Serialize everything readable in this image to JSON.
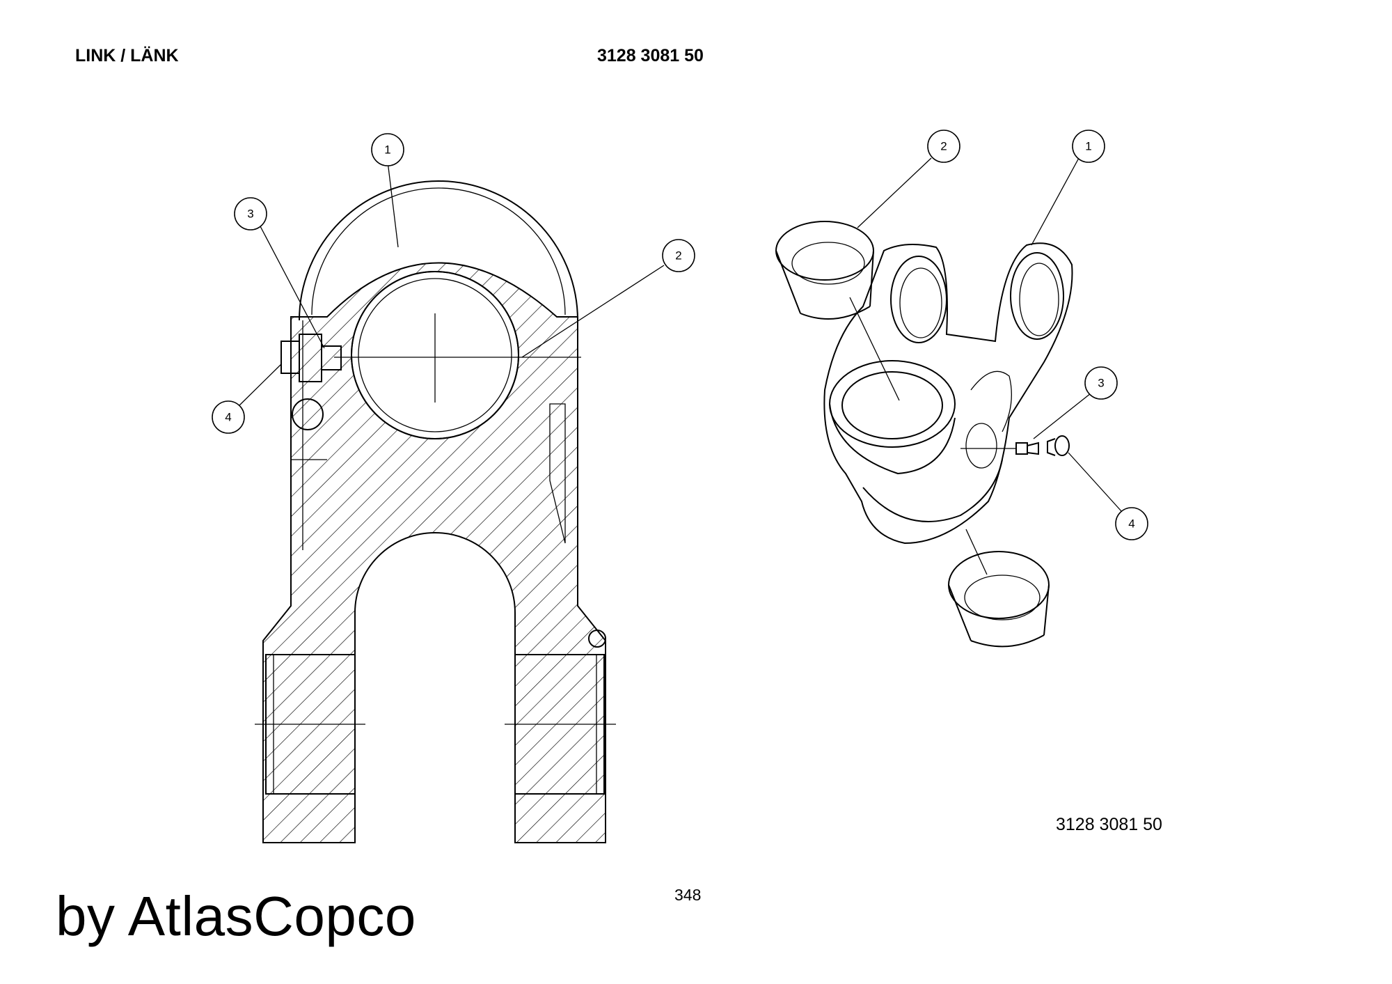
{
  "header": {
    "title": "LINK / LÄNK",
    "part_number": "3128 3081 50"
  },
  "footer": {
    "part_number": "3128 3081 50",
    "page_number": "348"
  },
  "watermark": "by AtlasCopco",
  "callouts": {
    "section_view": [
      "1",
      "2",
      "3",
      "4"
    ],
    "exploded_view": [
      "1",
      "2",
      "3",
      "4"
    ]
  }
}
